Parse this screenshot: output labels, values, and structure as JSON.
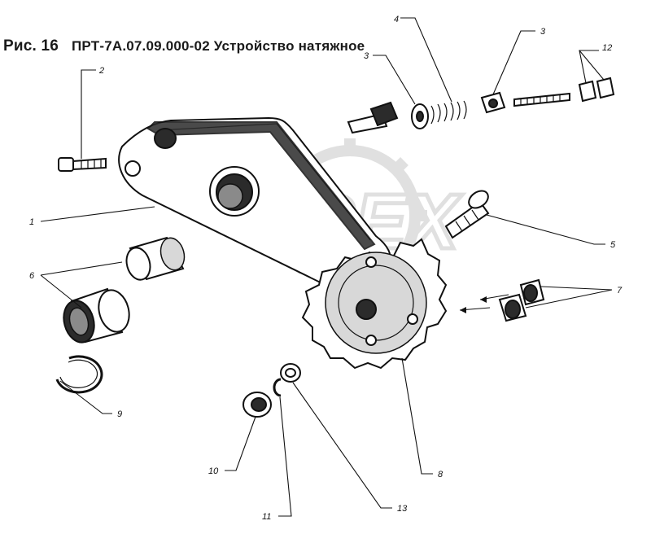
{
  "title": {
    "figure": "Рис. 16",
    "caption": "ПРТ-7А.07.09.000-02 Устройство натяжное"
  },
  "watermark": "OPEX",
  "callouts": {
    "c1": "1",
    "c2": "2",
    "c3a": "3",
    "c3b": "3",
    "c4": "4",
    "c5": "5",
    "c6": "6",
    "c7": "7",
    "c8": "8",
    "c9": "9",
    "c10": "10",
    "c11": "11",
    "c12": "12",
    "c13": "13"
  },
  "colors": {
    "line": "#111111",
    "watermark": "#c8c8c8",
    "background": "#ffffff"
  }
}
